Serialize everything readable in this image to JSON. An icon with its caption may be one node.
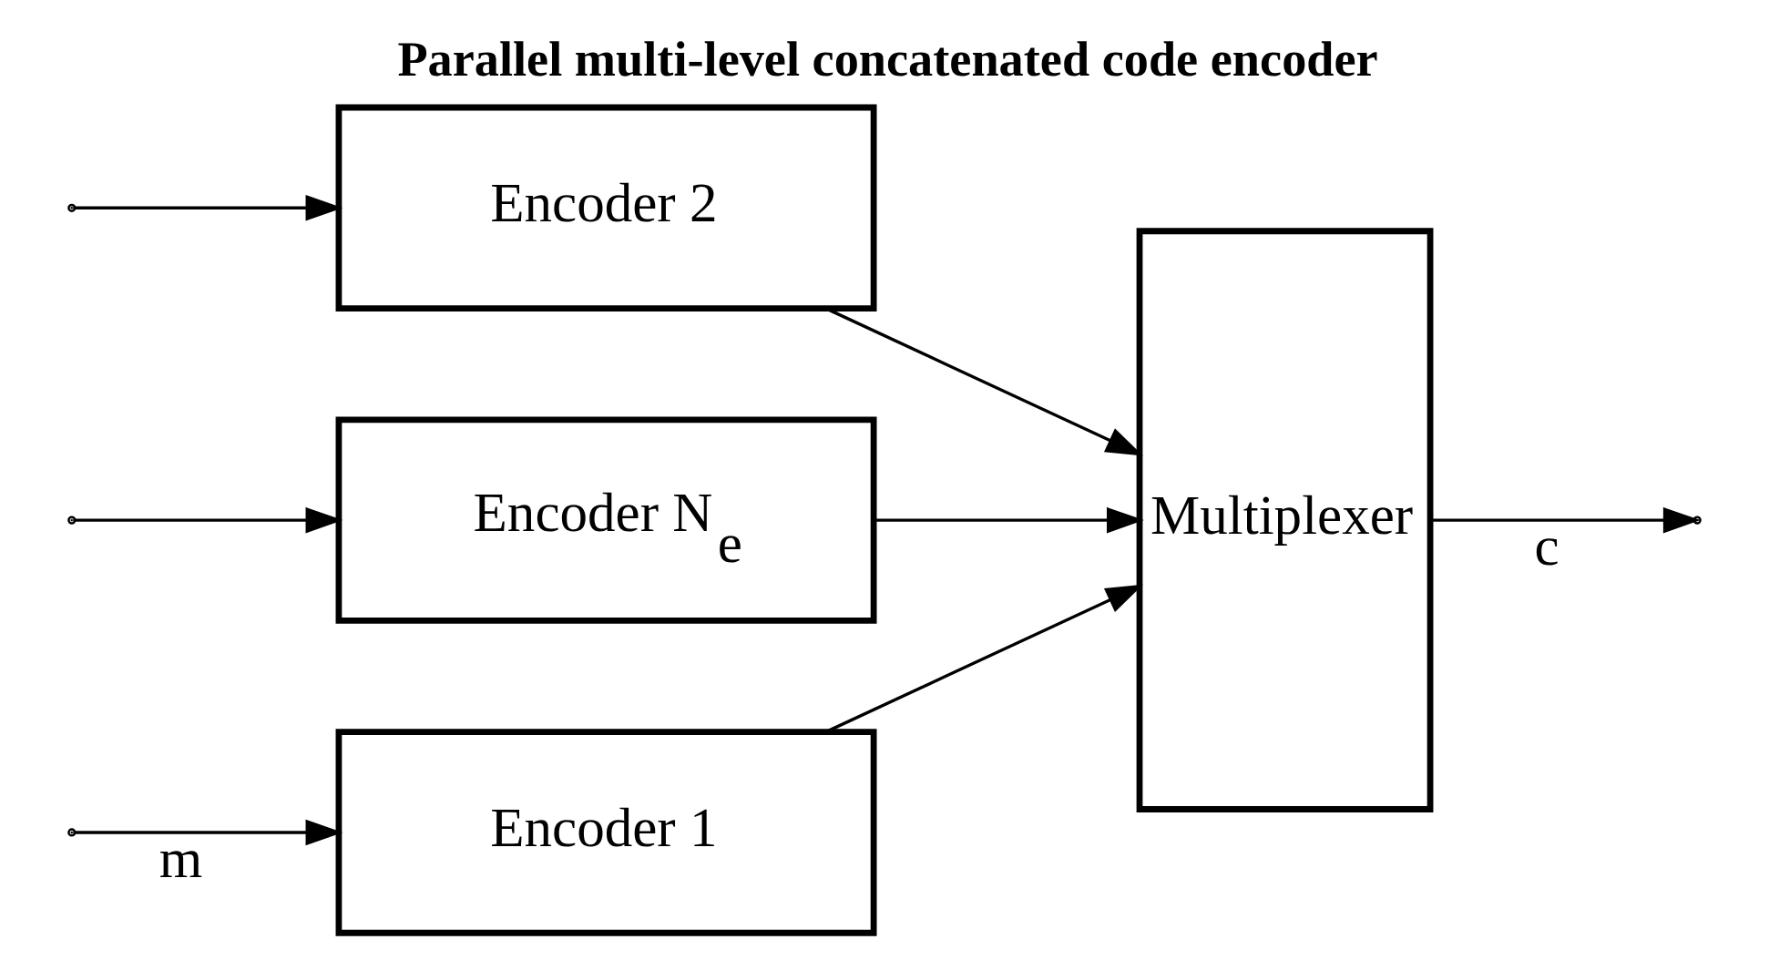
{
  "diagram": {
    "title": "Parallel multi-level concatenated code encoder",
    "nodes": [
      {
        "text": [
          "Encoder 1"
        ]
      },
      {
        "text": [
          "Encoder 2"
        ]
      },
      {
        "text": [
          "Encoder N$_{e}$"
        ]
      },
      {
        "text": [
          "Multiplexer"
        ]
      }
    ],
    "edges": [
      {
        "from": null,
        "to": 0,
        "arrow": "to",
        "label": "m"
      },
      {
        "from": null,
        "to": 1,
        "arrow": "to"
      },
      {
        "from": null,
        "to": 2,
        "arrow": "to"
      },
      {
        "from": 0,
        "to": 3,
        "arrow": "to"
      },
      {
        "from": 1,
        "to": 3,
        "arrow": "to"
      },
      {
        "from": 2,
        "to": 3,
        "arrow": "to"
      },
      {
        "from": 3,
        "to": null,
        "arrow": "to",
        "label": "c"
      }
    ]
  }
}
